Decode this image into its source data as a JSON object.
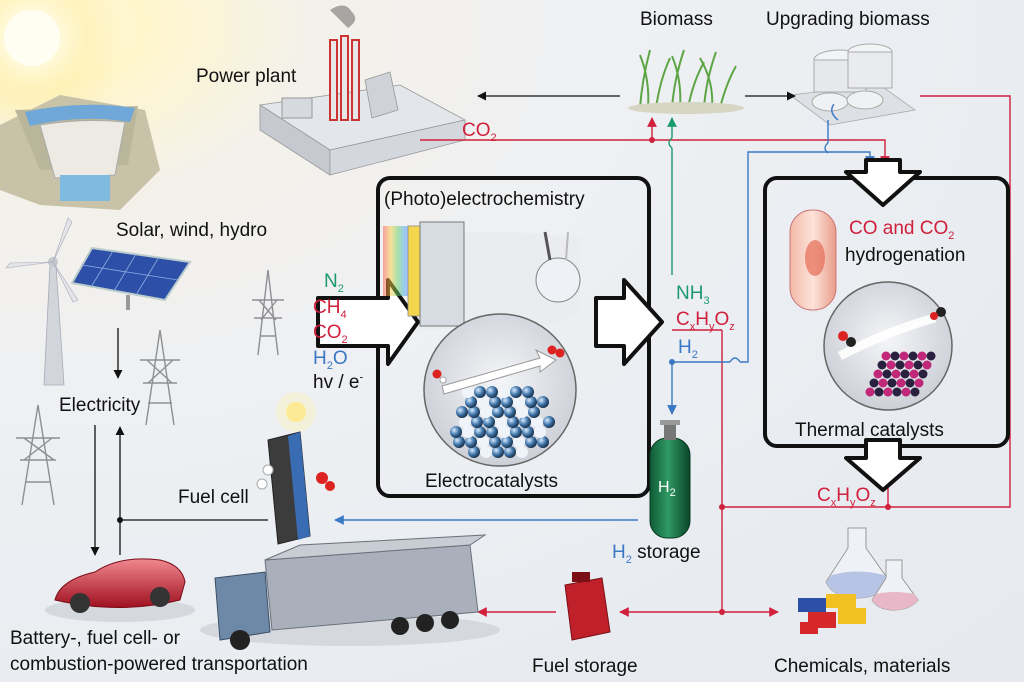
{
  "labels": {
    "power_plant": "Power plant",
    "biomass": "Biomass",
    "upgrading_biomass": "Upgrading biomass",
    "solar_wind_hydro": "Solar, wind, hydro",
    "electricity": "Electricity",
    "fuel_cell": "Fuel cell",
    "transport_line1": "Battery-, fuel cell- or",
    "transport_line2": "combustion-powered transportation",
    "fuel_storage": "Fuel storage",
    "chemicals_materials": "Chemicals, materials",
    "photoelectrochemistry": "(Photo)electrochemistry",
    "electrocatalysts": "Electrocatalysts",
    "thermal_catalysts": "Thermal catalysts",
    "co_and": "CO and",
    "hydrogenation": "hydrogenation",
    "h2_storage_suffix": "storage"
  },
  "chemistry": {
    "co2": {
      "base": "CO",
      "sub": "2"
    },
    "n2": {
      "base": "N",
      "sub": "2"
    },
    "ch4": {
      "base": "CH",
      "sub": "4"
    },
    "h2o": {
      "base": "H",
      "sub": "2",
      "tail": "O"
    },
    "hv_e": {
      "base": "hv / e",
      "sup": "-"
    },
    "nh3": {
      "base": "NH",
      "sub": "3"
    },
    "h2": {
      "base": "H",
      "sub": "2"
    },
    "cxhyoz": {
      "c": "C",
      "x": "x",
      "h": "H",
      "y": "y",
      "o": "O",
      "z": "z"
    }
  },
  "colors": {
    "red_flow": "#d0203c",
    "blue_flow": "#3a78c4",
    "green_flow": "#1b9a6e",
    "black_flow": "#111111",
    "box_border": "#111111"
  },
  "icons": [
    "sun-icon",
    "dam-icon",
    "wind-turbine-icon",
    "solar-panel-icon",
    "pylon-icon",
    "power-plant-icon",
    "biomass-grass-icon",
    "refinery-icon",
    "reactor-icon",
    "h2-cylinder-icon",
    "fuel-cell-icon",
    "car-icon",
    "truck-icon",
    "jerrycan-icon",
    "flask-icon",
    "blocks-icon"
  ]
}
